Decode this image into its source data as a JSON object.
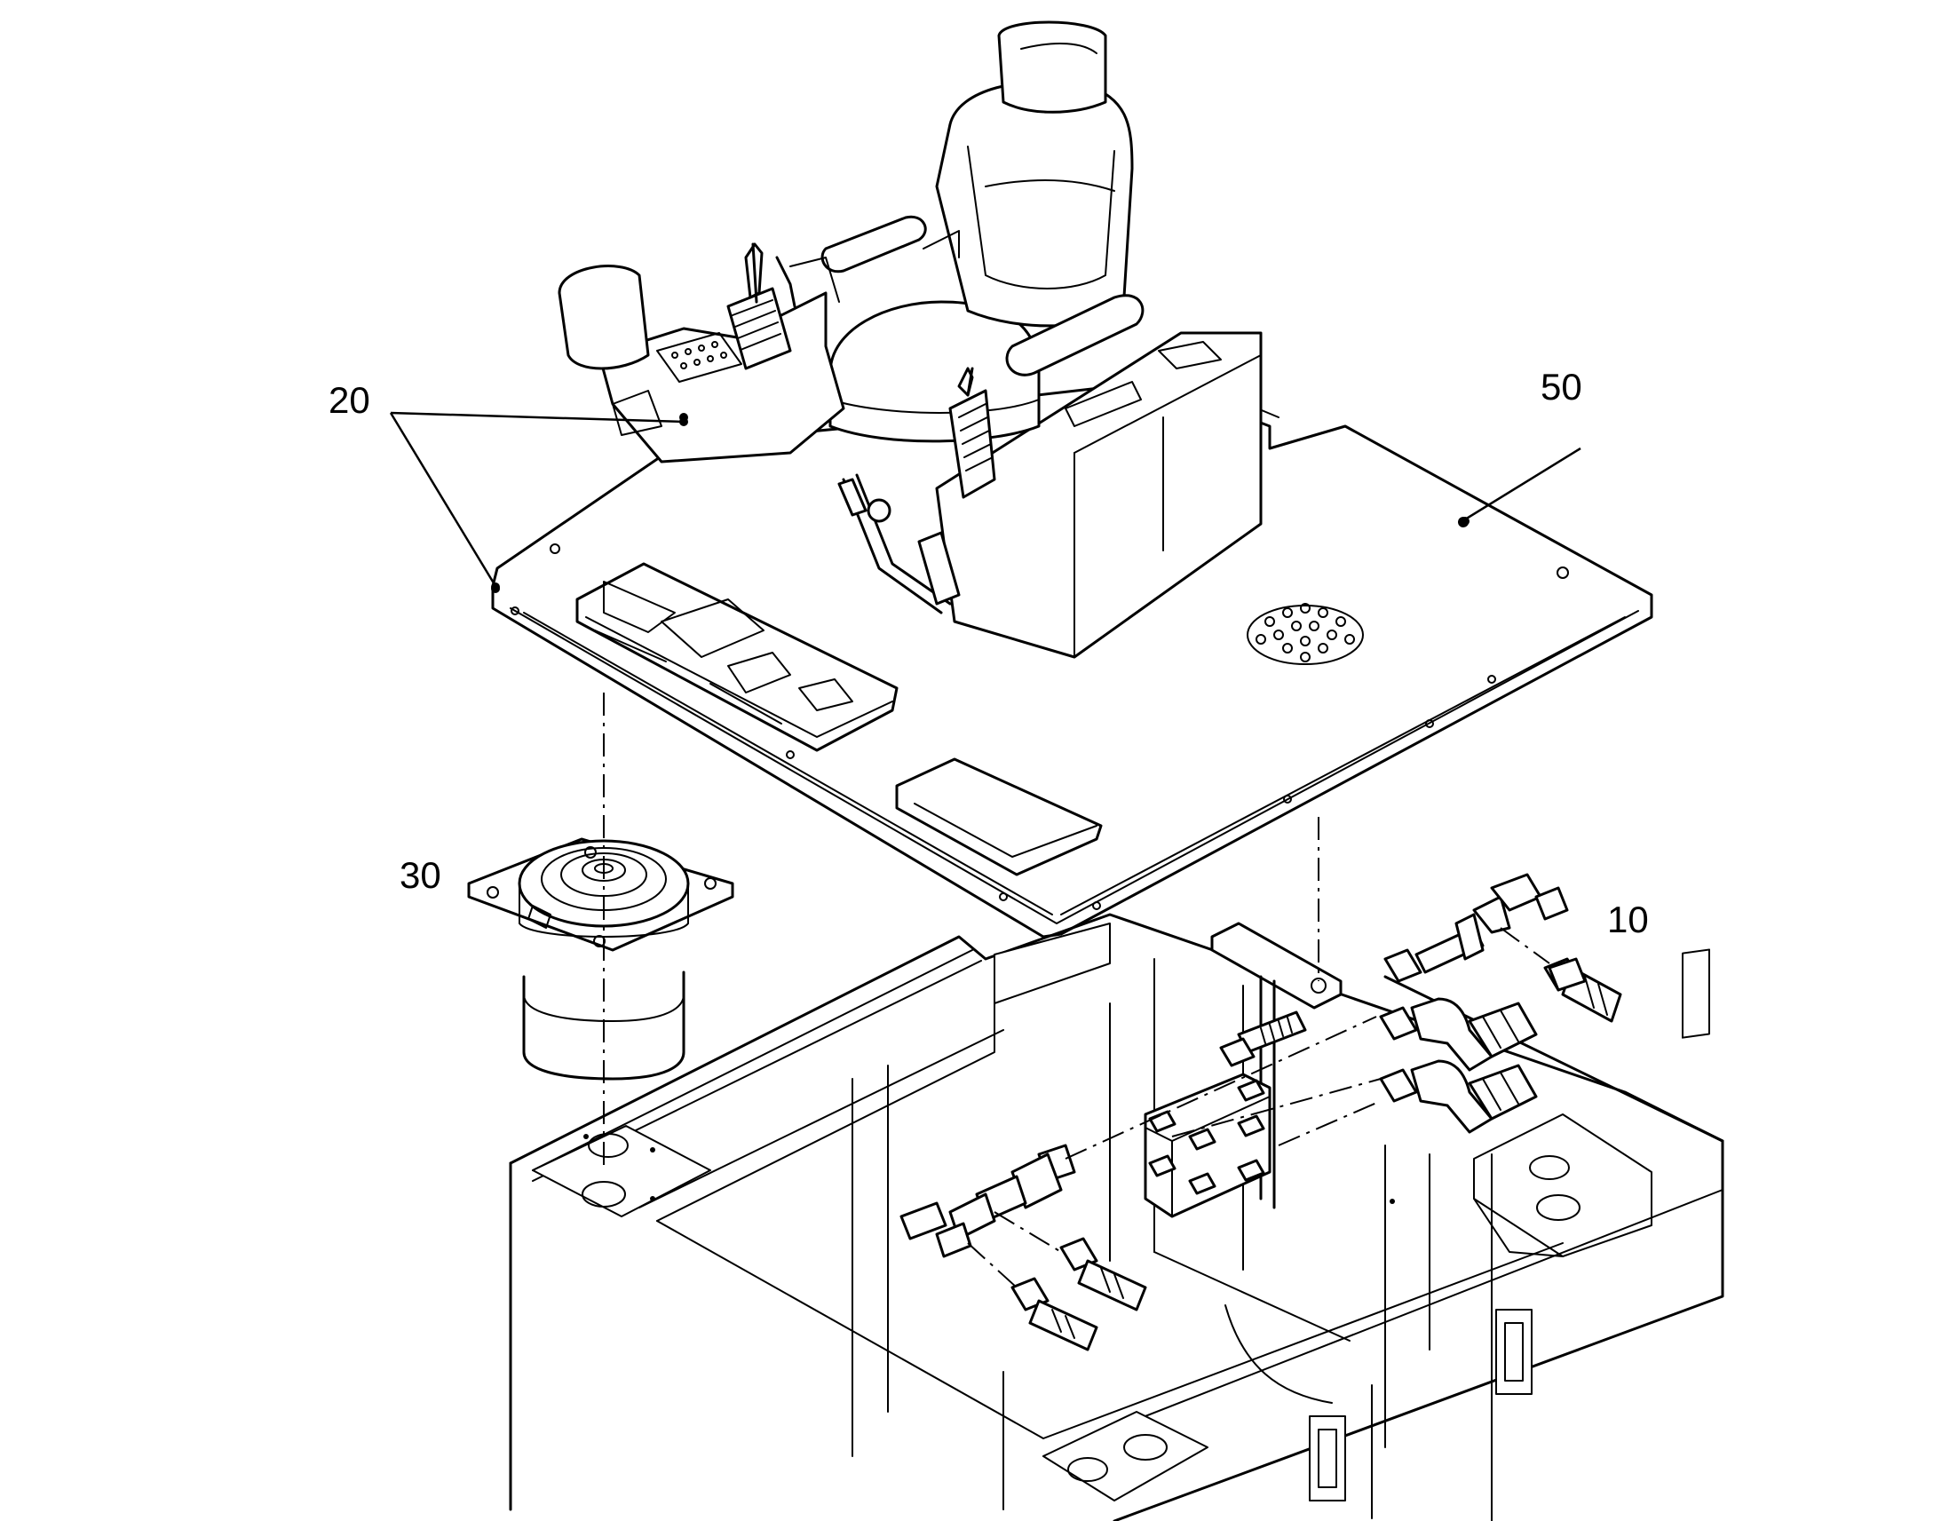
{
  "labels": {
    "part_10": "10",
    "part_20": "20",
    "part_30": "30",
    "part_50": "50"
  },
  "colors": {
    "line": "#000000",
    "background": "#ffffff"
  }
}
